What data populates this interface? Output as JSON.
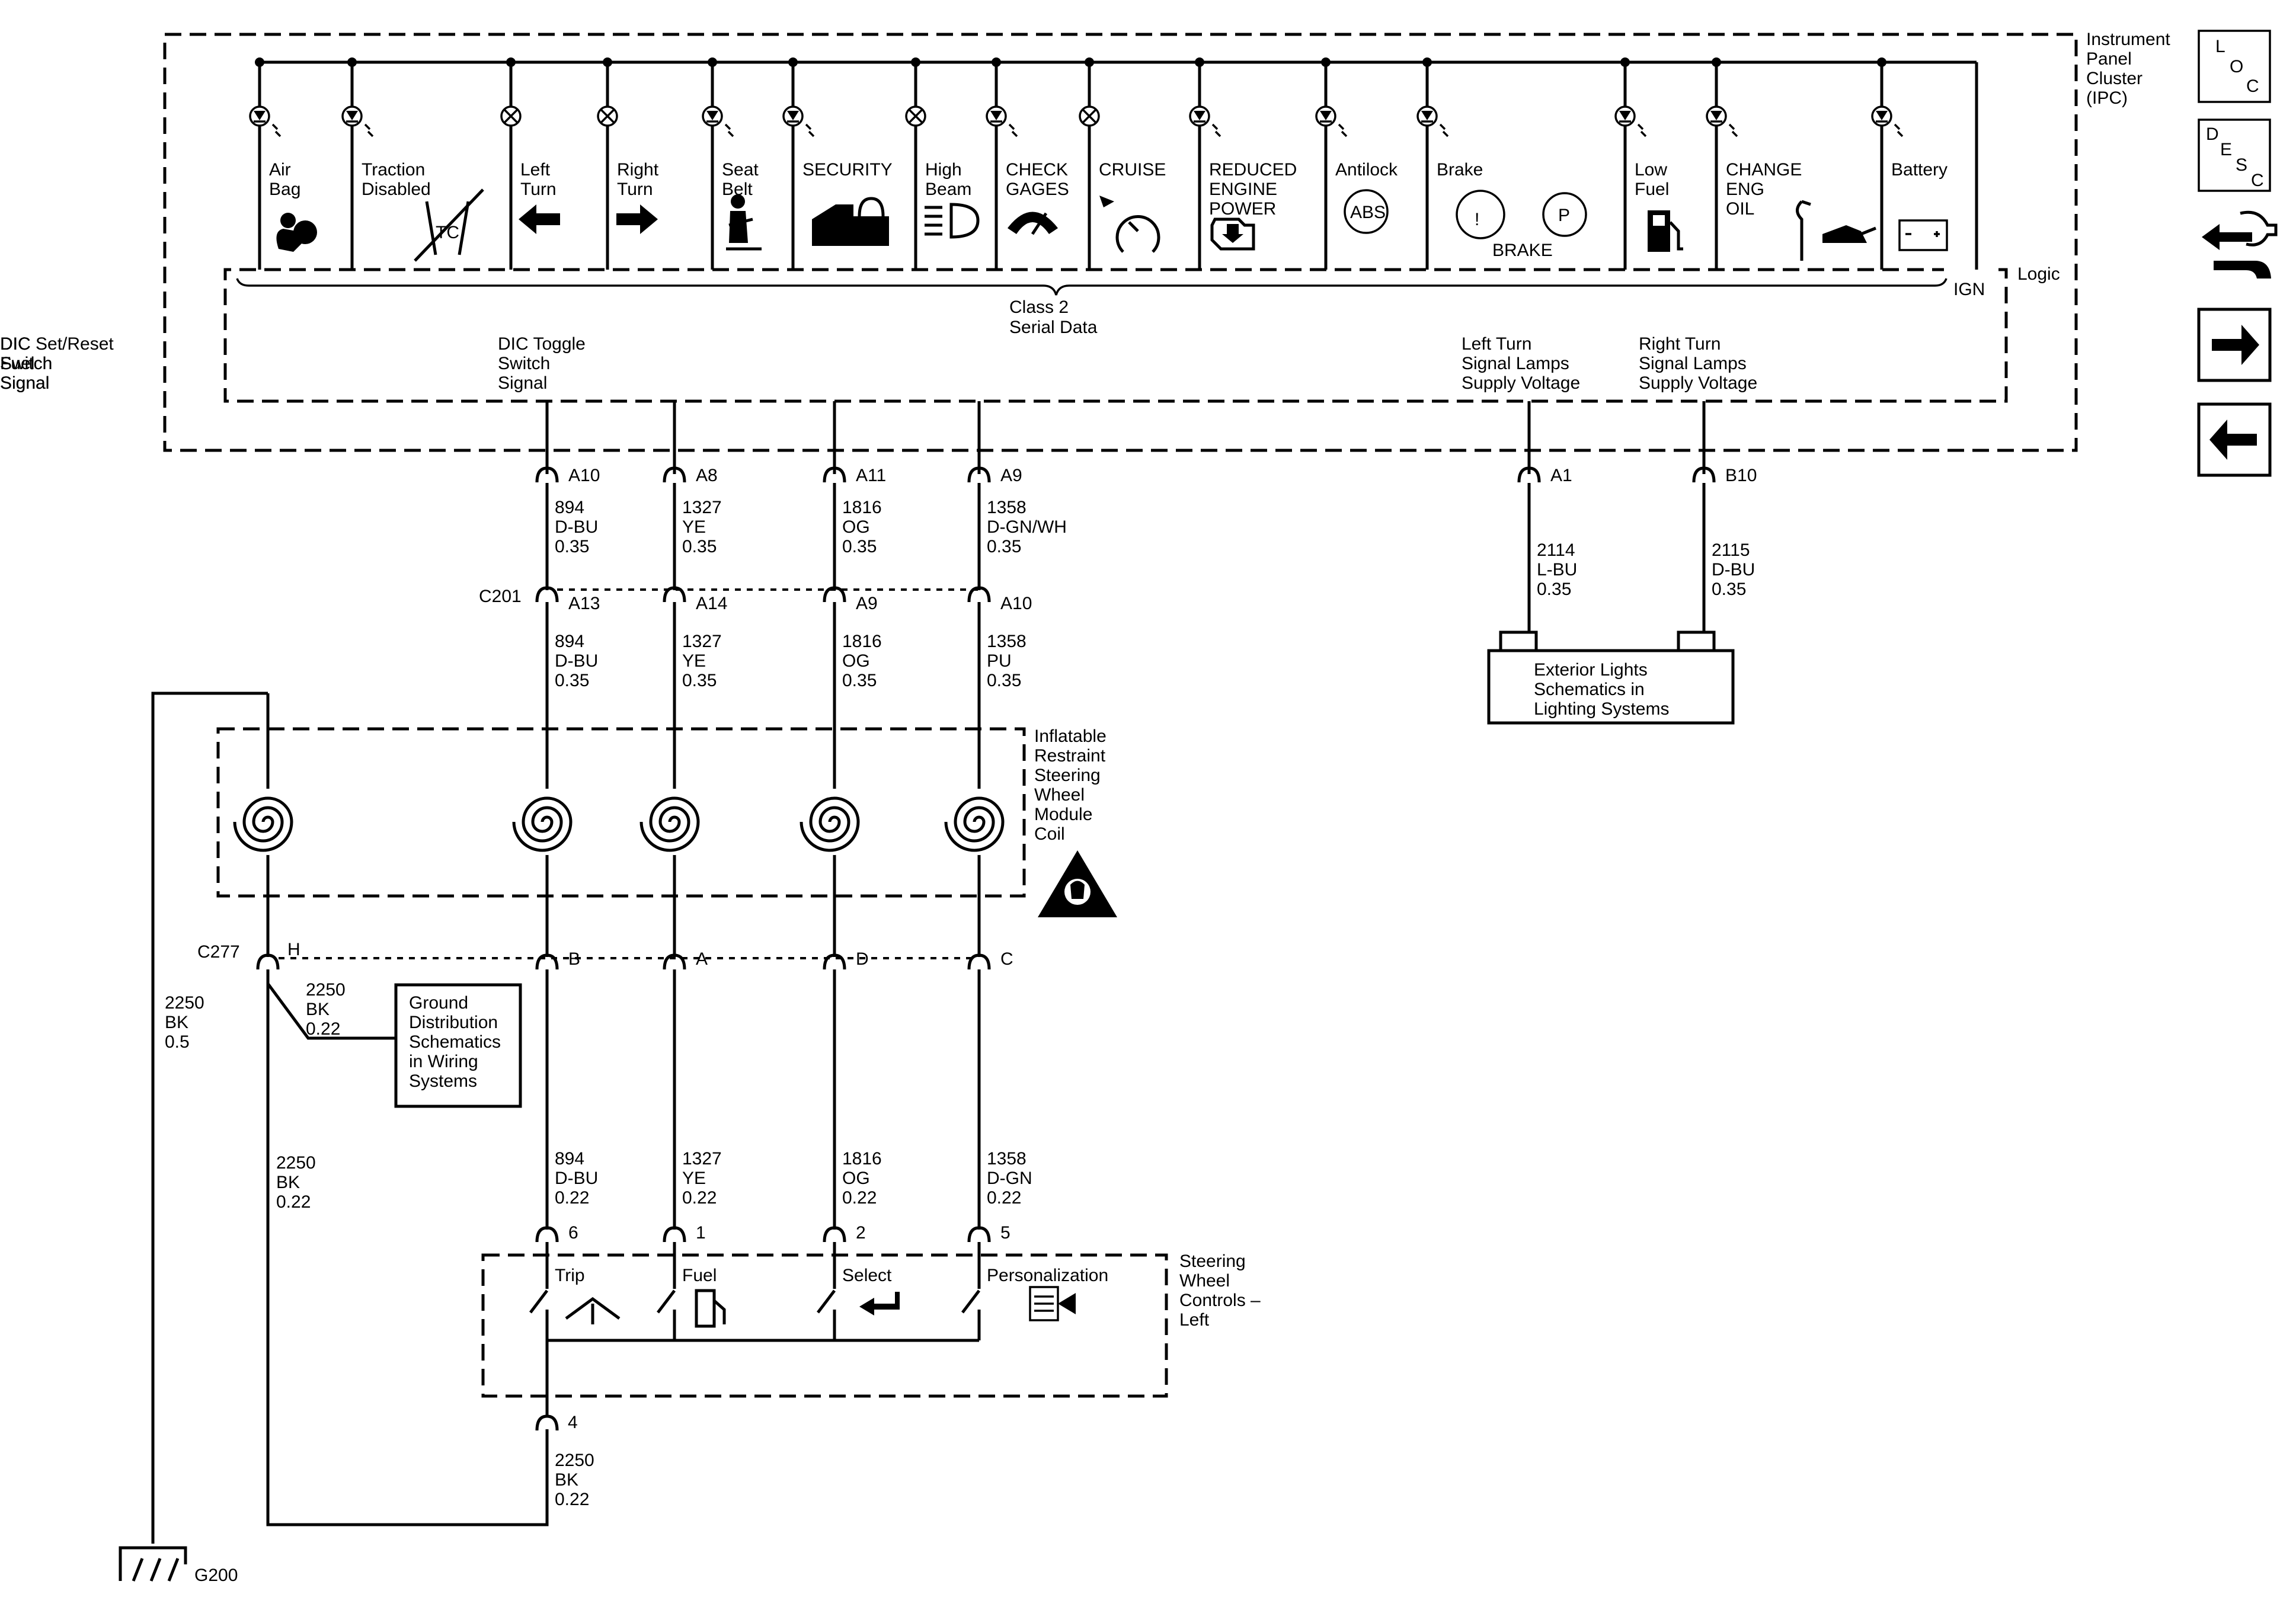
{
  "ipc": {
    "title": [
      "Instrument",
      "Panel",
      "Cluster",
      "(IPC)"
    ],
    "logic": "Logic",
    "ign": "IGN",
    "serial": [
      "Class 2",
      "Serial Data"
    ]
  },
  "indicators": [
    {
      "lines": [
        "Air",
        "Bag"
      ],
      "type": "led"
    },
    {
      "lines": [
        "Traction",
        "Disabled"
      ],
      "type": "led"
    },
    {
      "lines": [
        "Left",
        "Turn"
      ],
      "type": "bulb"
    },
    {
      "lines": [
        "Right",
        "Turn"
      ],
      "type": "bulb"
    },
    {
      "lines": [
        "Seat",
        "Belt"
      ],
      "type": "led"
    },
    {
      "lines": [
        "SECURITY"
      ],
      "type": "led"
    },
    {
      "lines": [
        "High",
        "Beam"
      ],
      "type": "bulb"
    },
    {
      "lines": [
        "CHECK",
        "GAGES"
      ],
      "type": "led"
    },
    {
      "lines": [
        "CRUISE"
      ],
      "type": "bulb"
    },
    {
      "lines": [
        "REDUCED",
        "ENGINE",
        "POWER"
      ],
      "type": "led"
    },
    {
      "lines": [
        "Antilock"
      ],
      "type": "led"
    },
    {
      "lines": [
        "Brake"
      ],
      "type": "led"
    },
    {
      "lines": [
        "Low",
        "Fuel"
      ],
      "type": "led"
    },
    {
      "lines": [
        "CHANGE",
        "ENG",
        "OIL"
      ],
      "type": "led"
    },
    {
      "lines": [
        "Battery"
      ],
      "type": "led"
    }
  ],
  "icon_texts": {
    "abs": "ABS",
    "brake_p": "P",
    "brake_excl": "!",
    "brake_label": "BRAKE",
    "tc": "TC"
  },
  "signals": [
    {
      "label": [
        "DIC Toggle",
        "Switch",
        "Signal"
      ],
      "pin_ipc": "A10",
      "wire1": [
        "894",
        "D-BU",
        "0.35"
      ],
      "pin_c201": "A13",
      "wire2": [
        "894",
        "D-BU",
        "0.35"
      ],
      "pin_c277": "B",
      "wire3": [
        "894",
        "D-BU",
        "0.22"
      ],
      "pin_sw": "6",
      "switch": "Trip"
    },
    {
      "label": [
        "DIC",
        "Fuel",
        "Signal"
      ],
      "pin_ipc": "A8",
      "wire1": [
        "1327",
        "YE",
        "0.35"
      ],
      "pin_c201": "A14",
      "wire2": [
        "1327",
        "YE",
        "0.35"
      ],
      "pin_c277": "A",
      "wire3": [
        "1327",
        "YE",
        "0.22"
      ],
      "pin_sw": "1",
      "switch": "Fuel"
    },
    {
      "label": [
        "DIC Set/Reset",
        "Switch",
        "Signal"
      ],
      "pin_ipc": "A11",
      "wire1": [
        "1816",
        "OG",
        "0.35"
      ],
      "pin_c201": "A9",
      "wire2": [
        "1816",
        "OG",
        "0.35"
      ],
      "pin_c277": "D",
      "wire3": [
        "1816",
        "OG",
        "0.22"
      ],
      "pin_sw": "2",
      "switch": "Select"
    },
    {
      "label": [
        "DIC",
        "Switch",
        "Signal"
      ],
      "pin_ipc": "A9",
      "wire1": [
        "1358",
        "D-GN/WH",
        "0.35"
      ],
      "pin_c201": "A10",
      "wire2": [
        "1358",
        "PU",
        "0.35"
      ],
      "pin_c277": "C",
      "wire3": [
        "1358",
        "D-GN",
        "0.22"
      ],
      "pin_sw": "5",
      "switch": "Personalization"
    }
  ],
  "turn_signals": [
    {
      "label": [
        "Left Turn",
        "Signal Lamps",
        "Supply Voltage"
      ],
      "pin": "A1",
      "wire": [
        "2114",
        "L-BU",
        "0.35"
      ]
    },
    {
      "label": [
        "Right Turn",
        "Signal Lamps",
        "Supply Voltage"
      ],
      "pin": "B10",
      "wire": [
        "2115",
        "D-BU",
        "0.35"
      ]
    }
  ],
  "exterior_ref": [
    "Exterior Lights",
    "Schematics in",
    "Lighting Systems"
  ],
  "c201": "C201",
  "c277": "C277",
  "coil_label": [
    "Inflatable",
    "Restraint",
    "Steering",
    "Wheel",
    "Module",
    "Coil"
  ],
  "ground": {
    "pin_c277": "H",
    "wire_branch": [
      "2250",
      "BK",
      "0.22"
    ],
    "ref": [
      "Ground",
      "Distribution",
      "Schematics",
      "in Wiring",
      "Systems"
    ],
    "wire_left": [
      "2250",
      "BK",
      "0.5"
    ],
    "wire_mid": [
      "2250",
      "BK",
      "0.22"
    ],
    "pin_sw": "4",
    "wire_bottom": [
      "2250",
      "BK",
      "0.22"
    ],
    "g200": "G200"
  },
  "swc_label": [
    "Steering",
    "Wheel",
    "Controls –",
    "Left"
  ],
  "nav": {
    "loc": [
      "L",
      "O",
      "C"
    ],
    "desc": [
      "D",
      "E",
      "S",
      "C"
    ]
  }
}
